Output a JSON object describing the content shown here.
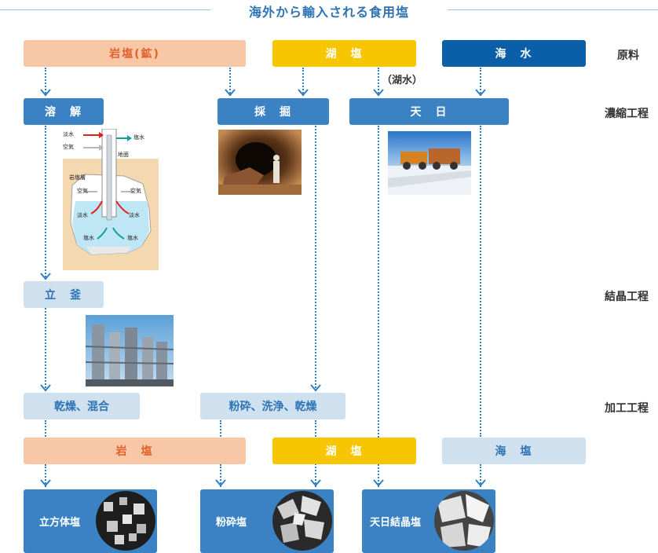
{
  "title": "海外から輸入される食用塩",
  "stages": {
    "raw": "原料",
    "concentration": "濃縮工程",
    "crystallization": "結晶工程",
    "processing": "加工工程"
  },
  "raw_materials": {
    "rock_salt_ore": "岩塩(鉱)",
    "lake_salt": "湖　塩",
    "seawater": "海　水",
    "lake_water": "（湖水）"
  },
  "processes": {
    "dissolve": "溶　解",
    "mining": "採　掘",
    "solar": "天　日",
    "vertical_pot": "立　釜",
    "dry_mix": "乾燥、混合",
    "crush_wash_dry": "粉砕、洗浄、乾燥"
  },
  "salt_types": {
    "rock": "岩　塩",
    "lake": "湖　塩",
    "sea": "海　塩"
  },
  "products": {
    "cubic": "立方体塩",
    "crushed": "粉砕塩",
    "solar_crystal": "天日結晶塩"
  },
  "dissolve_diagram": {
    "fresh_water": "淡水",
    "air": "空気",
    "brine": "塩水",
    "ground_surface": "地面",
    "rock_salt_layer": "岩塩層"
  },
  "colors": {
    "accent_blue": "#3a82c4",
    "dark_blue": "#0b5fa8",
    "light_blue": "#cfe0ee",
    "peach": "#f8c7a6",
    "yellow": "#f7c600"
  }
}
